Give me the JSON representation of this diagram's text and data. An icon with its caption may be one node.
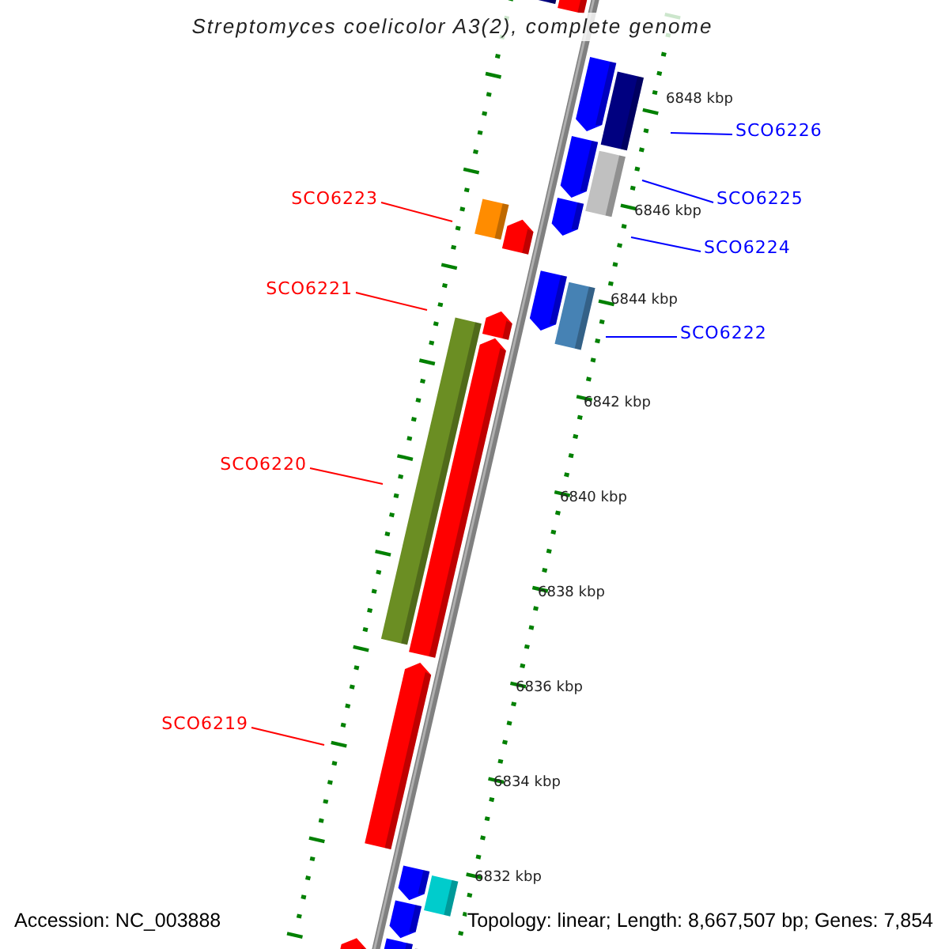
{
  "diagram": {
    "title": "Streptomyces coelicolor A3(2), complete genome",
    "nodes": [
      {
        "text": [
          "SCO6226"
        ]
      },
      {
        "text": [
          "SCO6223"
        ]
      },
      {
        "text": [
          "SCO6225"
        ]
      },
      {
        "text": [
          "SCO6224"
        ]
      },
      {
        "text": [
          "SCO6221"
        ]
      },
      {
        "text": [
          "SCO6222"
        ]
      },
      {
        "text": [
          "SCO6220"
        ]
      },
      {
        "text": [
          "SCO6219"
        ]
      }
    ],
    "edges": [
      {
        "from": 0,
        "to": null,
        "arrow": "none",
        "color": "#0000ff"
      },
      {
        "from": 1,
        "to": null,
        "arrow": "none",
        "color": "#ff0000"
      },
      {
        "from": 2,
        "to": null,
        "arrow": "none",
        "color": "#0000ff"
      },
      {
        "from": 3,
        "to": null,
        "arrow": "none",
        "color": "#0000ff"
      },
      {
        "from": 4,
        "to": null,
        "arrow": "none",
        "color": "#ff0000"
      },
      {
        "from": 5,
        "to": null,
        "arrow": "none",
        "color": "#0000ff"
      },
      {
        "from": 6,
        "to": null,
        "arrow": "none",
        "color": "#ff0000"
      },
      {
        "from": 7,
        "to": null,
        "arrow": "none",
        "color": "#ff0000"
      }
    ],
    "labels": [
      "6848 kbp",
      "6846 kbp",
      "6844 kbp",
      "6842 kbp",
      "6840 kbp",
      "6838 kbp",
      "6836 kbp",
      "6834 kbp",
      "6832 kbp",
      "Accession: NC_003888",
      "Topology: linear; Length: 8,667,507 bp; Genes: 7,854"
    ]
  }
}
